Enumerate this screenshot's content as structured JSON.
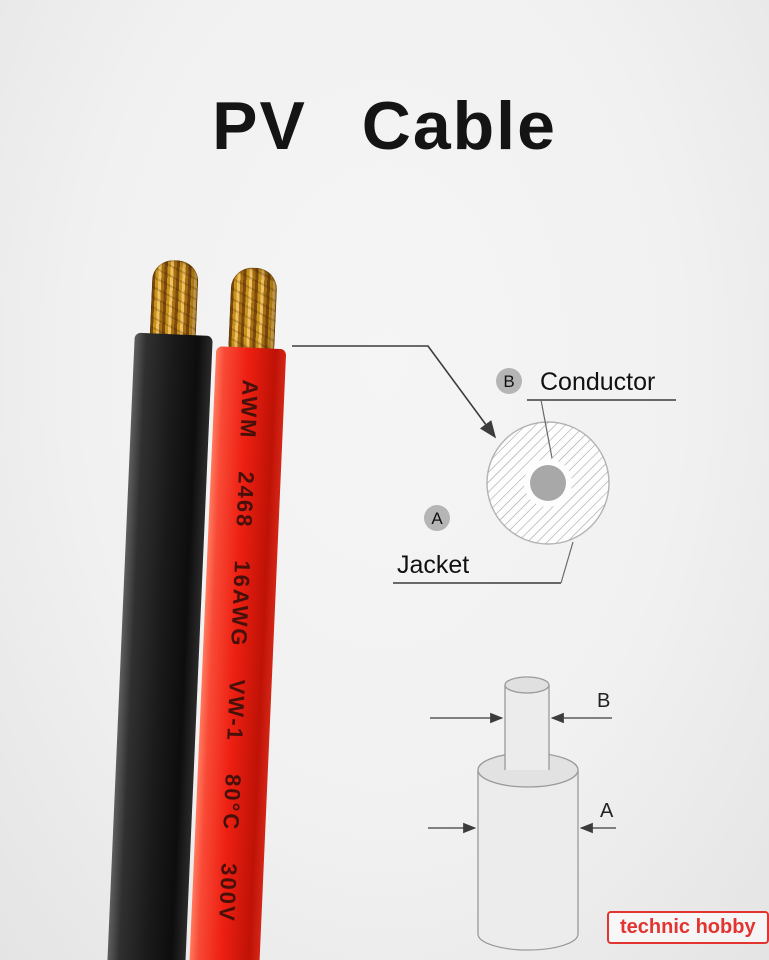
{
  "page": {
    "title": "PV Cable",
    "background": "#f1f1f1"
  },
  "cable": {
    "print_text": "AWM 2468 16AWG VW-1 80°C 300V",
    "red_color": "#ee2012",
    "black_color": "#1a1a1a",
    "copper_color": "#c9921c"
  },
  "cross_section": {
    "conductor_badge": "B",
    "conductor_label": "Conductor",
    "jacket_badge": "A",
    "jacket_label": "Jacket"
  },
  "dimensions": {
    "inner_label": "B",
    "outer_label": "A"
  },
  "brand": {
    "name": "technic hobby",
    "color": "#e23531"
  }
}
